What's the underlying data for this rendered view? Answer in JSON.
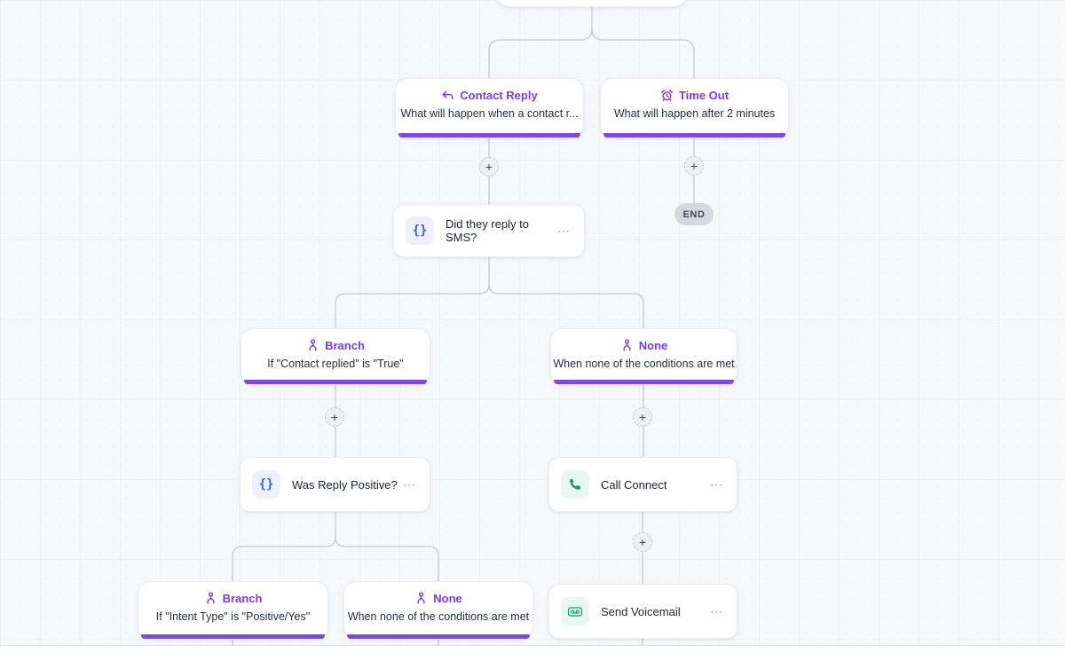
{
  "canvas": {
    "background": "#f7f8fa",
    "connector_color": "#c5cad2",
    "accent_purple": "#7c3aed",
    "accent_bar_purple": "#7c4ae0",
    "icon_blue": "#3b63d8",
    "icon_green": "#0f9d6e"
  },
  "buttons": {
    "add_step_label": "+"
  },
  "menus": {
    "ellipsis": "⋯"
  },
  "badges": {
    "end_label": "END"
  },
  "icons": {
    "braces_glyph": "{}"
  },
  "nodes": {
    "contact_reply": {
      "icon": "reply-icon",
      "title": "Contact Reply",
      "subtitle": "What will happen when a contact r..."
    },
    "time_out": {
      "icon": "alarm-clock-icon",
      "title": "Time Out",
      "subtitle": "What will happen after 2 minutes"
    },
    "did_reply_sms": {
      "icon": "braces-icon",
      "label": "Did they reply to SMS?"
    },
    "branch_contact": {
      "icon": "branch-icon",
      "title": "Branch",
      "subtitle": "If \"Contact replied\" is \"True\""
    },
    "none_top": {
      "icon": "branch-icon",
      "title": "None",
      "subtitle": "When none of the conditions are met"
    },
    "was_reply_positive": {
      "icon": "braces-icon",
      "label": "Was Reply Positive?"
    },
    "call_connect": {
      "icon": "phone-icon",
      "label": "Call Connect"
    },
    "branch_intent": {
      "icon": "branch-icon",
      "title": "Branch",
      "subtitle": "If \"Intent Type\" is \"Positive/Yes\""
    },
    "none_bottom": {
      "icon": "branch-icon",
      "title": "None",
      "subtitle": "When none of the conditions are met"
    },
    "send_voicemail": {
      "icon": "voicemail-icon",
      "label": "Send Voicemail"
    }
  }
}
